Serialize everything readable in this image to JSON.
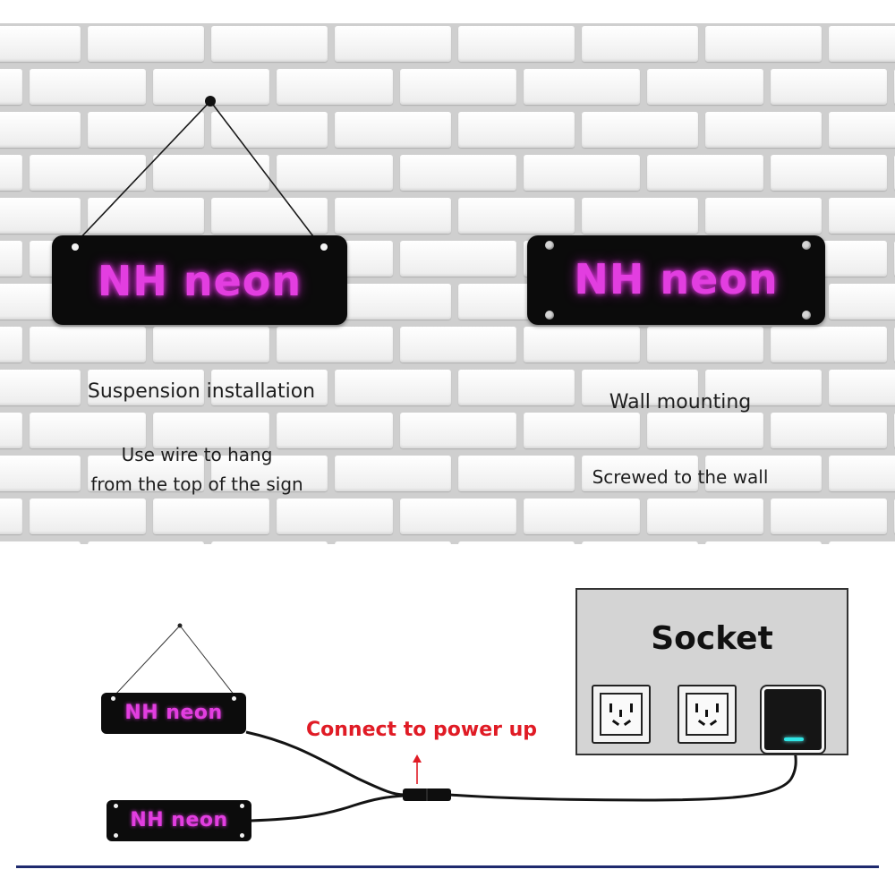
{
  "wall": {
    "hanging_sign": {
      "text": "NH neon",
      "caption_title": "Suspension installation",
      "caption_line1": "Use wire to hang",
      "caption_line2": "from the top of the sign"
    },
    "mounted_sign": {
      "text": "NH neon",
      "caption_title": "Wall mounting",
      "caption_line1": "Screwed to the wall"
    }
  },
  "diagram": {
    "sign_top_text": "NH neon",
    "sign_bottom_text": "NH neon",
    "connect_label": "Connect to power up",
    "socket_title": "Socket"
  },
  "colors": {
    "neon": "#e23ee0",
    "connect_label": "#e01b25",
    "adapter_led": "#2fe6e6",
    "bottom_rule": "#1e2a6e"
  }
}
